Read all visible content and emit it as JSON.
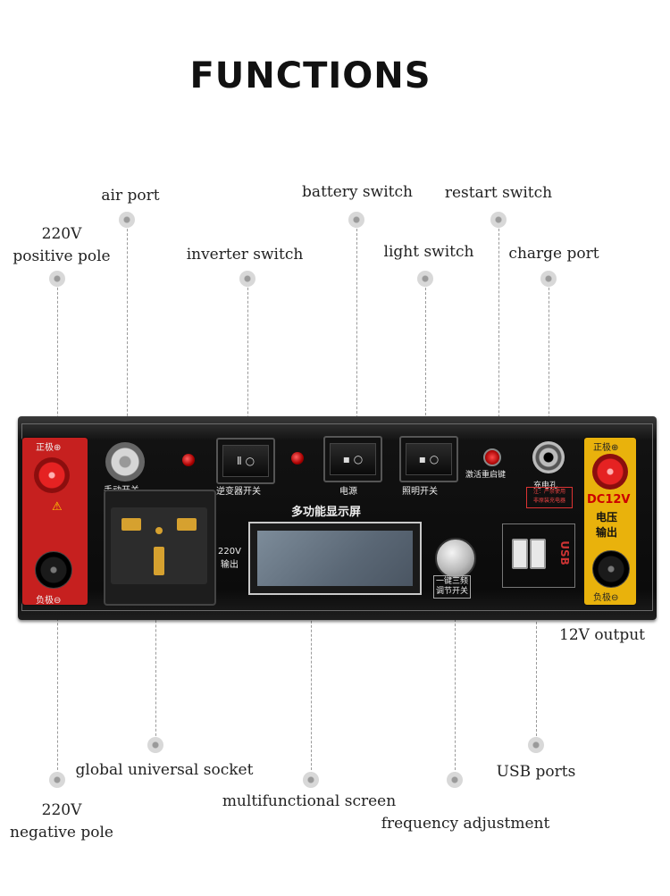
{
  "title": "FUNCTIONS",
  "labels": {
    "air_port": "air port",
    "battery_switch": "battery switch",
    "restart_switch": "restart switch",
    "positive_pole": "220V\npositive pole",
    "inverter_switch": "inverter switch",
    "light_switch": "light switch",
    "charge_port": "charge port",
    "output_12v": "12V output",
    "global_socket": "global universal socket",
    "usb_ports": "USB ports",
    "negative_pole": "220V\nnegative pole",
    "multifunctional_screen": "multifunctional screen",
    "frequency_adjustment": "frequency adjustment"
  },
  "device_text": {
    "positive_left": "正极⊕",
    "negative_left": "负极⊖",
    "manual_switch": "手动开关",
    "inverter_switch_cn": "逆变器开关",
    "power_cn": "电源",
    "light_switch_cn": "照明开关",
    "restart_cn": "激活重启键",
    "charge_hole_cn": "充电孔",
    "warning_cn": "注：严禁使用\n非原装充电器",
    "display_cn": "多功能显示屏",
    "output_220v_cn": "220V\n输出",
    "knob_cn": "一键三频\n调节开关",
    "usb_cn": "USB",
    "positive_right": "正极⊕",
    "dc12v": "DC12V",
    "voltage_output_cn": "电压\n输出",
    "negative_right": "负极⊖",
    "rocker_off_mark": "Ⅱ ○",
    "rocker_mark": "▪ ○"
  }
}
